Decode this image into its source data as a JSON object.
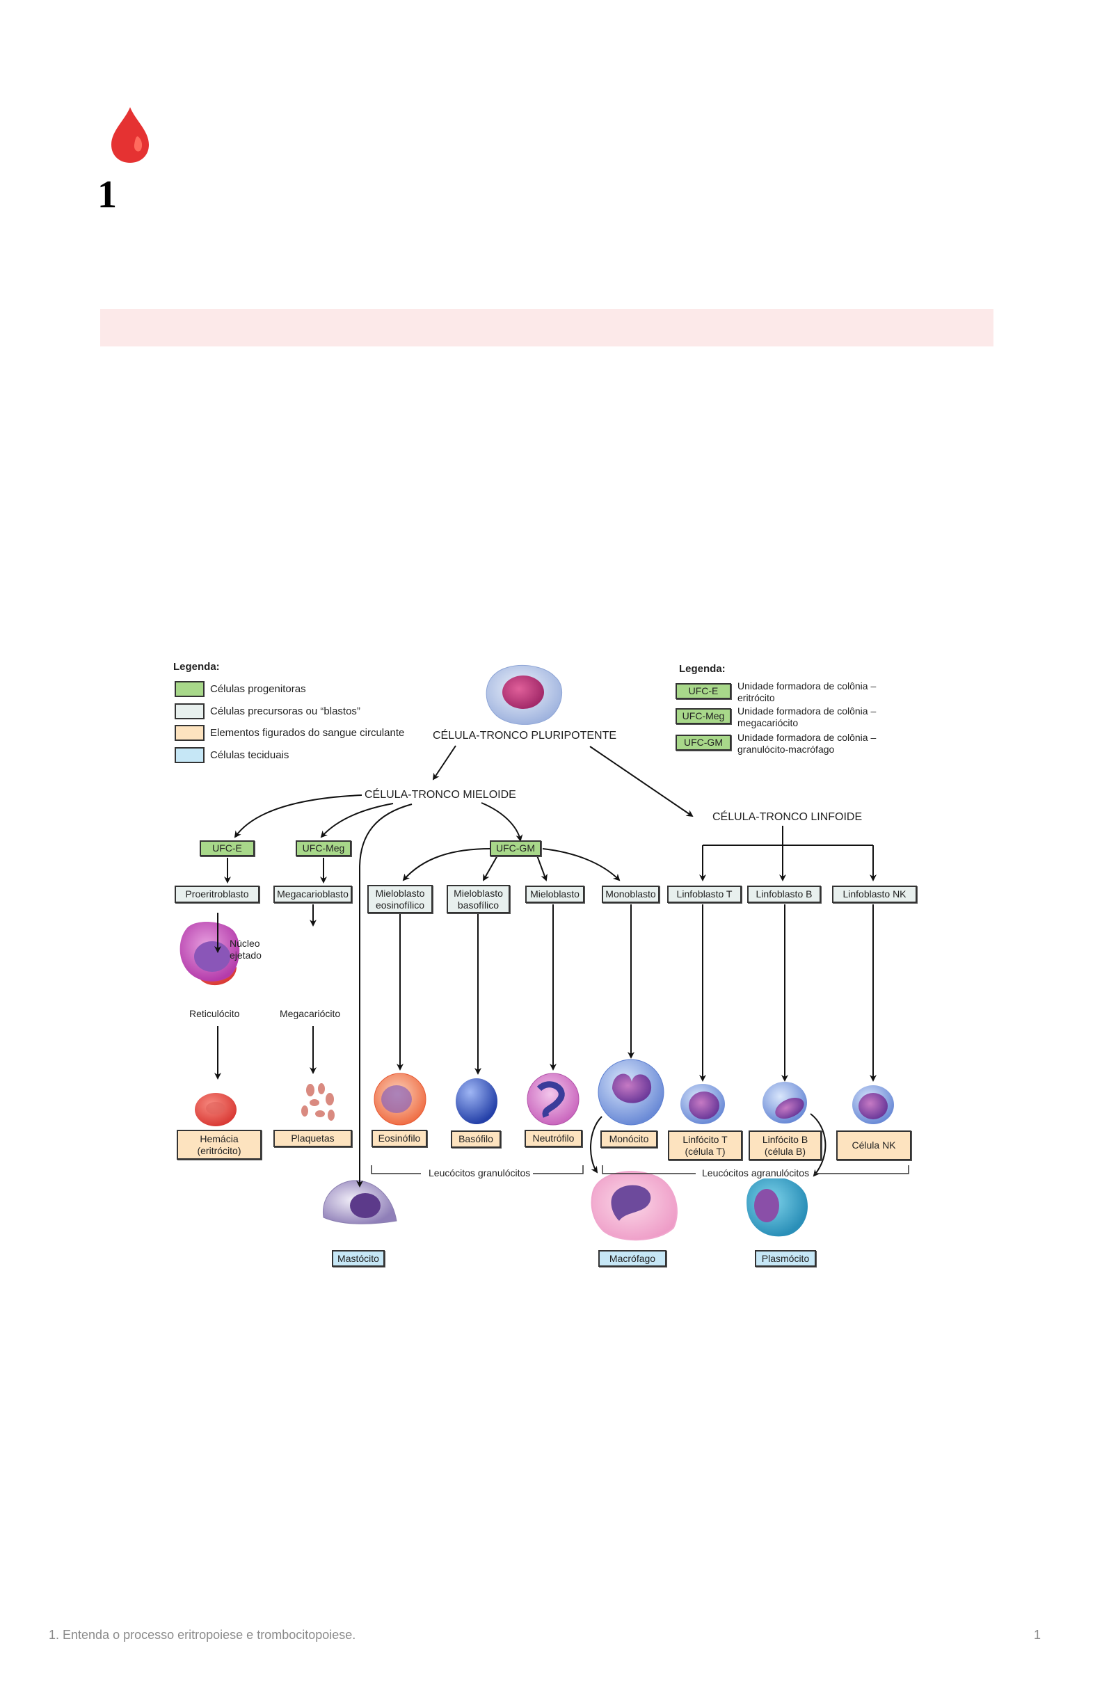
{
  "header": {
    "icon": "blood-drop-icon",
    "number": "1"
  },
  "callout": {
    "text": "",
    "color": "#fce9e9"
  },
  "figure": {
    "legend_left": {
      "title": "Legenda:",
      "items": [
        {
          "label": "Células progenitoras",
          "color": "#a8d88a"
        },
        {
          "label": "Células precursoras ou “blastos”",
          "color": "#e8f0ee"
        },
        {
          "label": "Elementos figurados do sangue circulante",
          "color": "#fde3bf"
        },
        {
          "label": "Células teciduais",
          "color": "#c6e7f6"
        }
      ]
    },
    "legend_right": {
      "title": "Legenda:",
      "items": [
        {
          "abbr": "UFC-E",
          "line1": "Unidade formadora de colônia –",
          "line2": "eritrócito"
        },
        {
          "abbr": "UFC-Meg",
          "line1": "Unidade formadora de colônia –",
          "line2": "megacariócito"
        },
        {
          "abbr": "UFC-GM",
          "line1": "Unidade formadora de colônia –",
          "line2": "granulócito-macrófago"
        }
      ]
    },
    "stem": {
      "pluripotent": "CÉLULA-TRONCO PLURIPOTENTE",
      "myeloid": "CÉLULA-TRONCO MIELOIDE",
      "lymphoid": "CÉLULA-TRONCO LINFOIDE"
    },
    "progenitors": {
      "ufc_e": "UFC-E",
      "ufc_meg": "UFC-Meg",
      "ufc_gm": "UFC-GM"
    },
    "blasts": {
      "proeritroblasto": "Proeritroblasto",
      "megacarioblasto": "Megacarioblasto",
      "mieloblasto_eos_1": "Mieloblasto",
      "mieloblasto_eos_2": "eosinofílico",
      "mieloblasto_bas_1": "Mieloblasto",
      "mieloblasto_bas_2": "basofílico",
      "mieloblasto": "Mieloblasto",
      "monoblasto": "Monoblasto",
      "linfoblasto_t": "Linfoblasto T",
      "linfoblasto_b": "Linfoblasto B",
      "linfoblasto_nk": "Linfoblasto NK"
    },
    "intermediate": {
      "nucleo_1": "Núcleo",
      "nucleo_2": "ejetado",
      "reticulocito": "Reticulócito",
      "megacariocito": "Megacariócito"
    },
    "circulating": {
      "hemacia_1": "Hemácia",
      "hemacia_2": "(eritrócito)",
      "plaquetas": "Plaquetas",
      "eosinofilo": "Eosinófilo",
      "basofilo": "Basófilo",
      "neutrofilo": "Neutrófilo",
      "monocito": "Monócito",
      "linfocito_t_1": "Linfócito T",
      "linfocito_t_2": "(célula T)",
      "linfocito_b_1": "Linfócito B",
      "linfocito_b_2": "(célula B)",
      "celula_nk": "Célula NK"
    },
    "groups": {
      "granulocitos": "Leucócitos granulócitos",
      "agranulocitos": "Leucócitos agranulócitos"
    },
    "tissue": {
      "mastocito": "Mastócito",
      "macrofago": "Macrófago",
      "plasmocito": "Plasmócito"
    }
  },
  "footer": {
    "text": "1. Entenda o processo eritropoiese e trombocitopoiese.",
    "page": "1"
  }
}
